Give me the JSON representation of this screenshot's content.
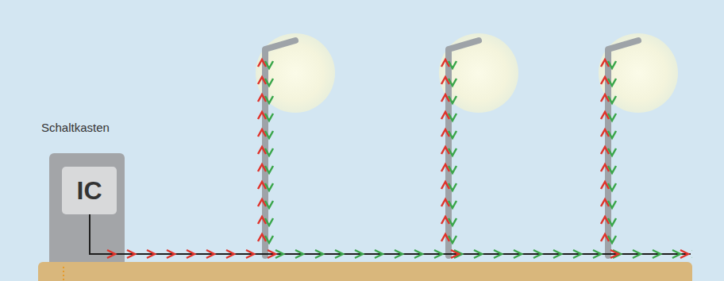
{
  "diagram": {
    "nodes": [
      {
        "text": [
          "Schaltkasten"
        ]
      },
      {
        "text": [
          "IC"
        ],
        "in": 0
      }
    ]
  }
}
